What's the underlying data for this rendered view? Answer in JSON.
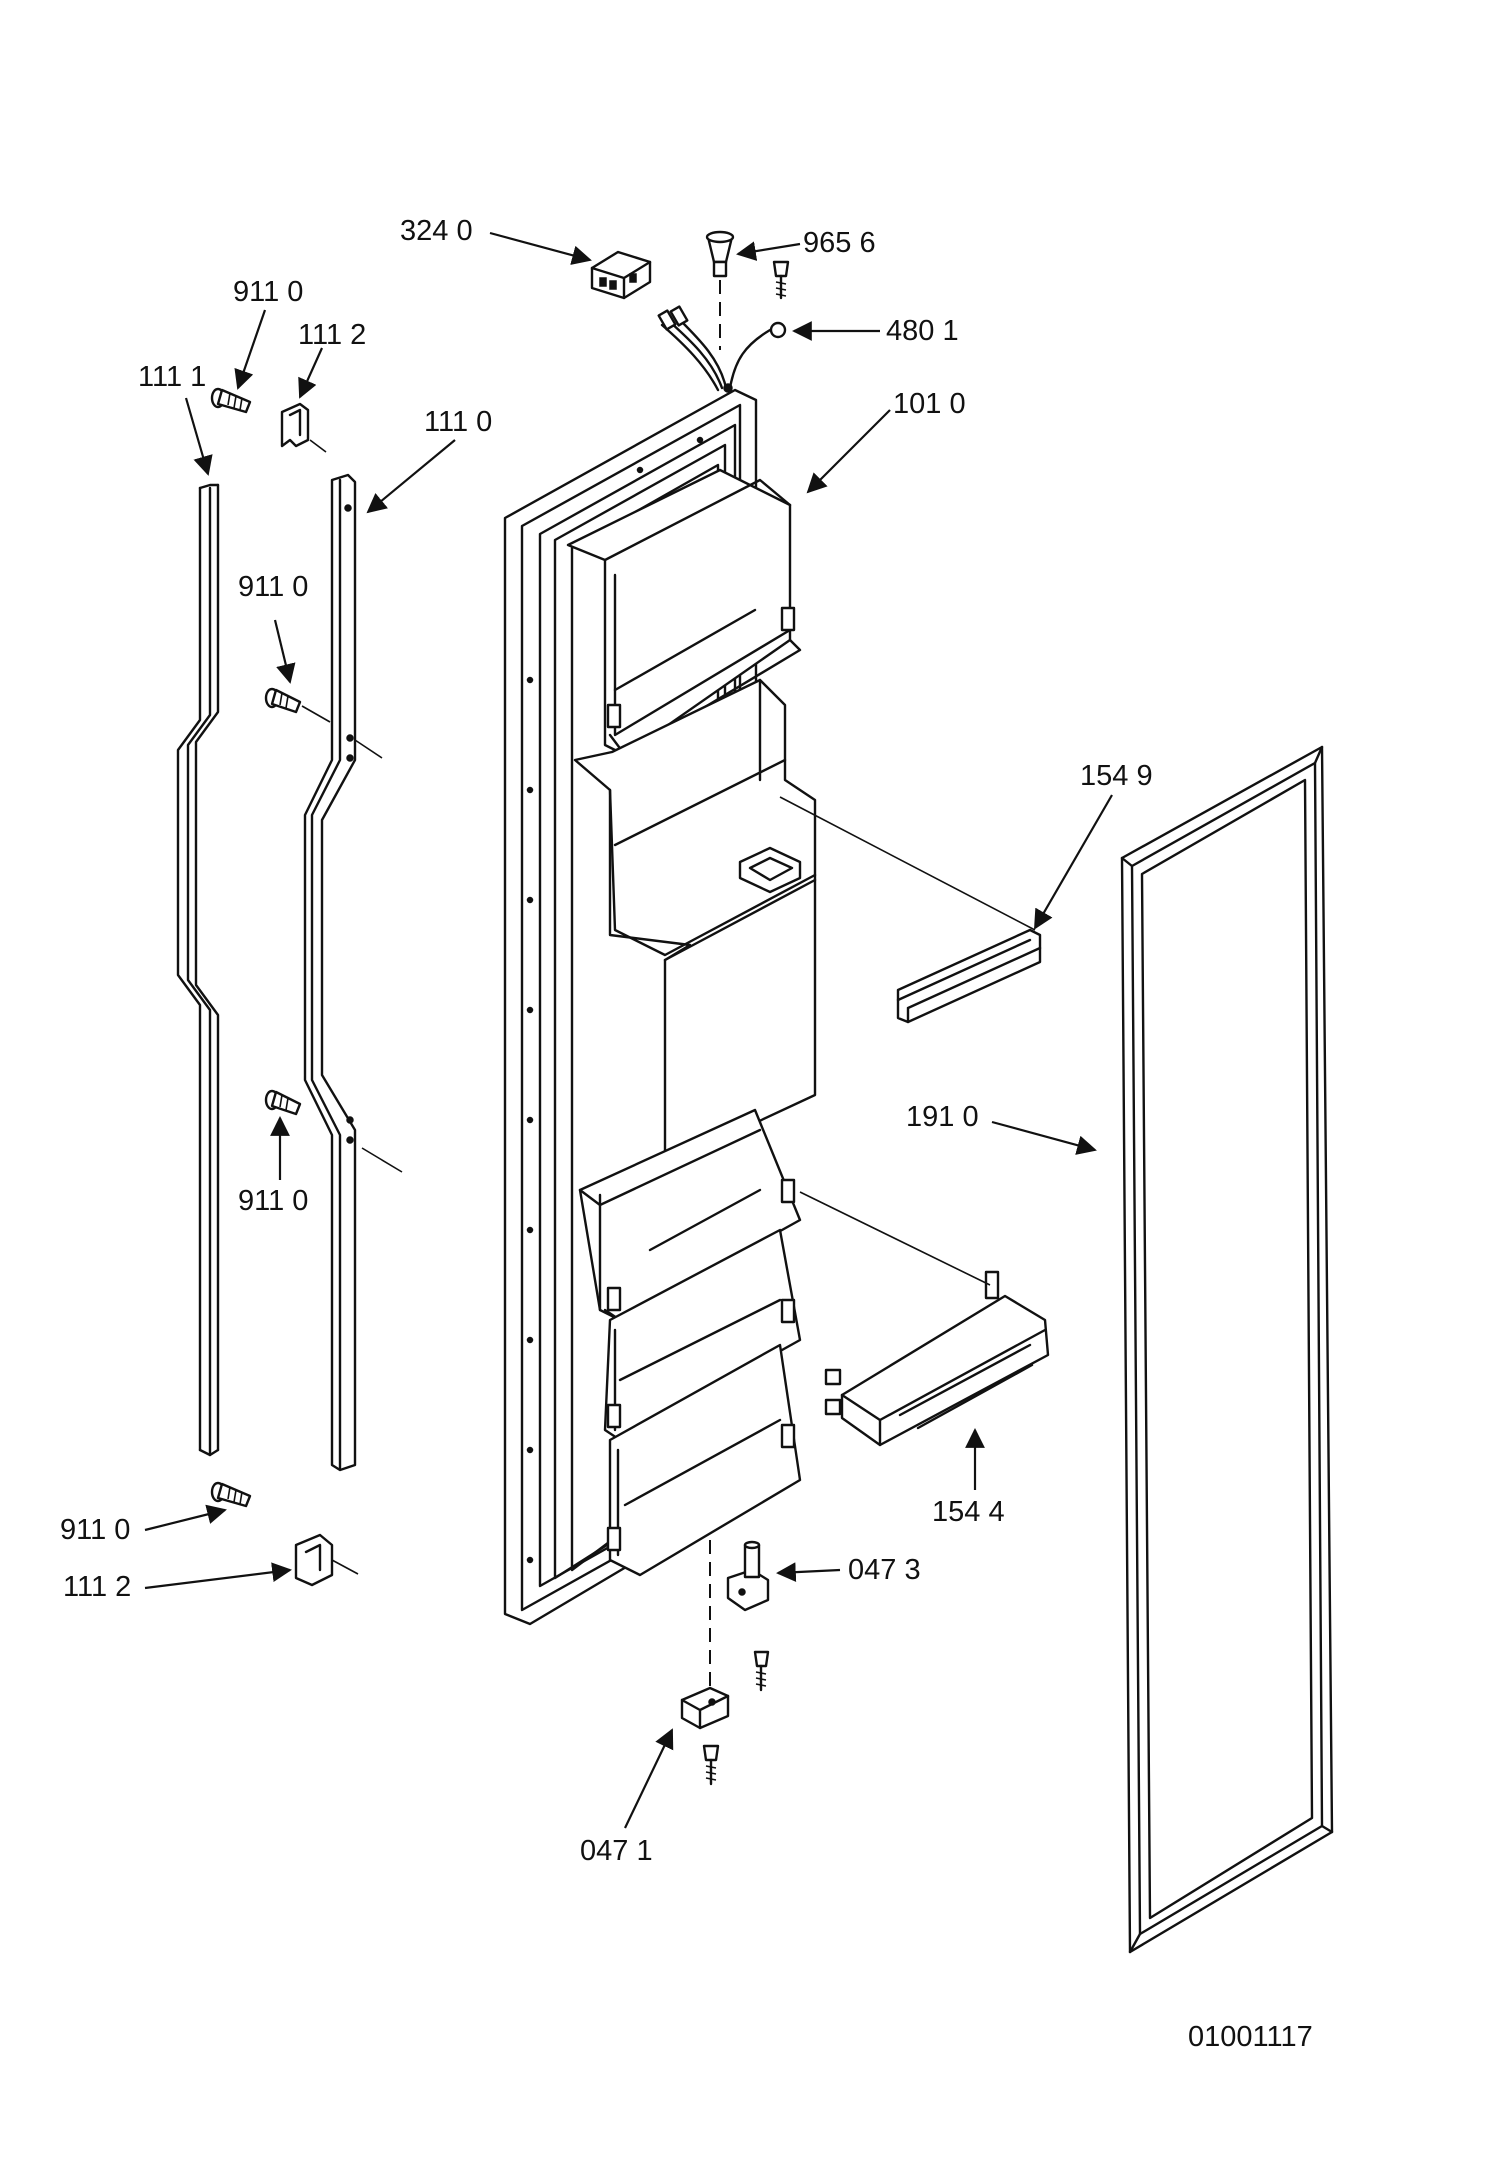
{
  "parts": [
    {
      "id": "p3240",
      "label": "324 0"
    },
    {
      "id": "p9656",
      "label": "965 6"
    },
    {
      "id": "p4801",
      "label": "480 1"
    },
    {
      "id": "p1010",
      "label": "101 0"
    },
    {
      "id": "p9110a",
      "label": "911 0"
    },
    {
      "id": "p1112a",
      "label": "111 2"
    },
    {
      "id": "p1111",
      "label": "111 1"
    },
    {
      "id": "p1110",
      "label": "111 0"
    },
    {
      "id": "p9110b",
      "label": "911 0"
    },
    {
      "id": "p1549",
      "label": "154 9"
    },
    {
      "id": "p1910",
      "label": "191 0"
    },
    {
      "id": "p9110c",
      "label": "911 0"
    },
    {
      "id": "p1544",
      "label": "154 4"
    },
    {
      "id": "p9110d",
      "label": "911 0"
    },
    {
      "id": "p1112b",
      "label": "111 2"
    },
    {
      "id": "p0473",
      "label": "047 3"
    },
    {
      "id": "p0471",
      "label": "047 1"
    }
  ],
  "document_number": "01001117",
  "colors": {
    "ink": "#111111",
    "paper": "#ffffff"
  }
}
